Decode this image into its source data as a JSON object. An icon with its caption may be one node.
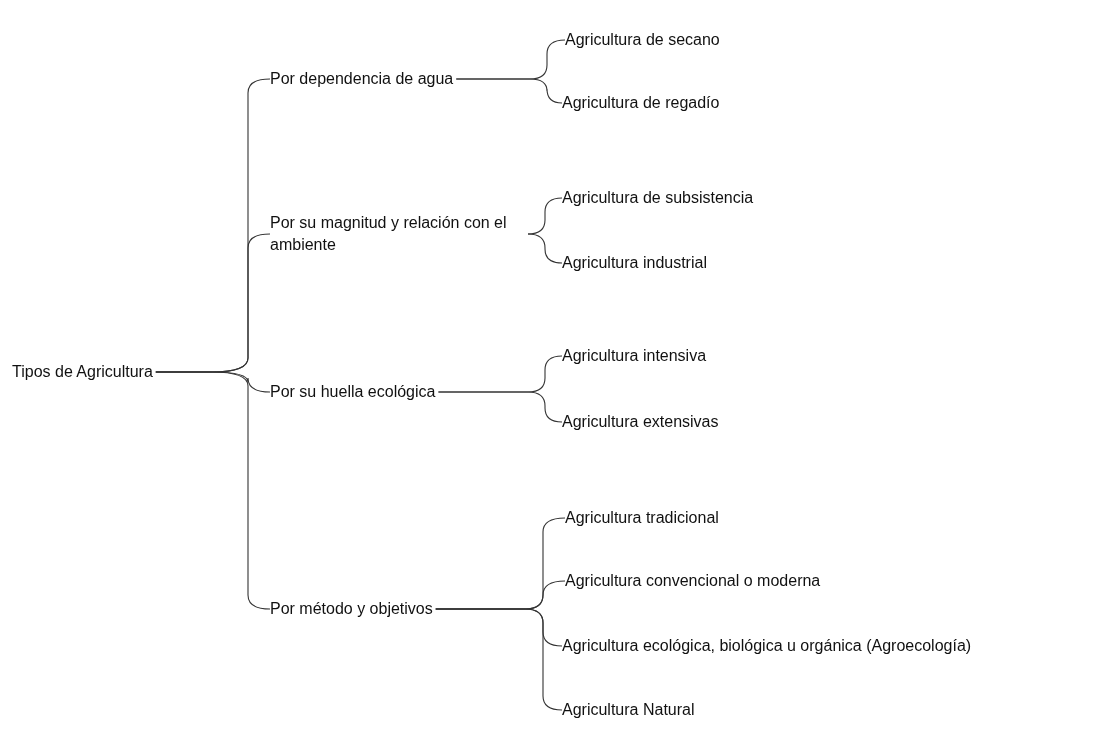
{
  "diagram": {
    "nodes": [
      {
        "text": [
          "Tipos de Agricultura"
        ]
      },
      {
        "text": [
          "Por dependencia de agua"
        ]
      },
      {
        "text": [
          "Por su magnitud y relación con el ambiente"
        ]
      },
      {
        "text": [
          "Por su huella ecológica"
        ]
      },
      {
        "text": [
          "Por método y objetivos"
        ]
      },
      {
        "text": [
          "Agricultura de secano"
        ]
      },
      {
        "text": [
          "Agricultura de regadío"
        ]
      },
      {
        "text": [
          "Agricultura de subsistencia"
        ]
      },
      {
        "text": [
          "Agricultura industrial"
        ]
      },
      {
        "text": [
          "Agricultura intensiva"
        ]
      },
      {
        "text": [
          "Agricultura extensivas"
        ]
      },
      {
        "text": [
          "Agricultura tradicional"
        ]
      },
      {
        "text": [
          "Agricultura convencional o moderna"
        ]
      },
      {
        "text": [
          "Agricultura ecológica, biológica u orgánica (Agroecología)"
        ]
      },
      {
        "text": [
          "Agricultura Natural"
        ]
      }
    ],
    "edges": [
      {
        "from": 0,
        "to": 1,
        "arrow": "none"
      },
      {
        "from": 0,
        "to": 2,
        "arrow": "none"
      },
      {
        "from": 0,
        "to": 3,
        "arrow": "none"
      },
      {
        "from": 0,
        "to": 4,
        "arrow": "none"
      },
      {
        "from": 1,
        "to": 5,
        "arrow": "none"
      },
      {
        "from": 1,
        "to": 6,
        "arrow": "none"
      },
      {
        "from": 2,
        "to": 7,
        "arrow": "none"
      },
      {
        "from": 2,
        "to": 8,
        "arrow": "none"
      },
      {
        "from": 3,
        "to": 9,
        "arrow": "none"
      },
      {
        "from": 3,
        "to": 10,
        "arrow": "none"
      },
      {
        "from": 4,
        "to": 11,
        "arrow": "none"
      },
      {
        "from": 4,
        "to": 12,
        "arrow": "none"
      },
      {
        "from": 4,
        "to": 13,
        "arrow": "none"
      },
      {
        "from": 4,
        "to": 14,
        "arrow": "none"
      }
    ]
  }
}
